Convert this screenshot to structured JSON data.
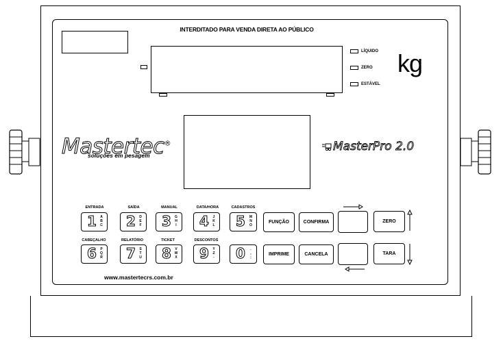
{
  "panel": {
    "title": "INTERDITADO PARA VENDA DIRETA AO PÚBLICO",
    "unit": "kg",
    "indicators": [
      {
        "label": "LÍQUIDO"
      },
      {
        "label": "ZERO"
      },
      {
        "label": "ESTÁVEL"
      }
    ],
    "brand": "Mastertec",
    "brand_mark": "®",
    "tagline": "soluções em pesagem",
    "model": "MasterPro 2.0",
    "website": "www.mastertecrs.com.br"
  },
  "keys": [
    {
      "digit": "1",
      "letters": "ABC",
      "label": "ENTRADA"
    },
    {
      "digit": "2",
      "letters": "DEF",
      "label": "SAÍDA"
    },
    {
      "digit": "3",
      "letters": "GHI",
      "label": "MANUAL"
    },
    {
      "digit": "4",
      "letters": "JKL",
      "label": "DATA/HORA"
    },
    {
      "digit": "5",
      "letters": "MNO",
      "label": "CADASTROS"
    },
    {
      "digit": "6",
      "letters": "PQR",
      "label": "CABEÇALHO"
    },
    {
      "digit": "7",
      "letters": "STU",
      "label": "RELATÓRIO"
    },
    {
      "digit": "8",
      "letters": "VWX",
      "label": "TICKET"
    },
    {
      "digit": "9",
      "letters": "YZ-",
      "label": "DESCONTOS"
    },
    {
      "digit": "0",
      "letters": ".,;",
      "label": ""
    }
  ],
  "function_keys": {
    "funcao": "FUNÇÃO",
    "confirma": "CONFIRMA",
    "imprime": "IMPRIME",
    "cancela": "CANCELA",
    "zero": "ZERO",
    "tara": "TARA"
  }
}
